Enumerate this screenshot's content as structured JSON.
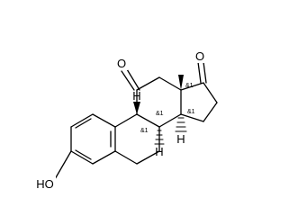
{
  "molecule": {
    "atom_labels": {
      "ketone_c11_oxygen": "O",
      "ketone_c17_oxygen": "O",
      "hydroxyl": "HO",
      "h_c9": "H",
      "h_c8": "H",
      "h_c14": "H"
    },
    "stereo_labels": {
      "c9": "&1",
      "c8": "&1",
      "c13": "&1",
      "c14": "&1"
    }
  }
}
